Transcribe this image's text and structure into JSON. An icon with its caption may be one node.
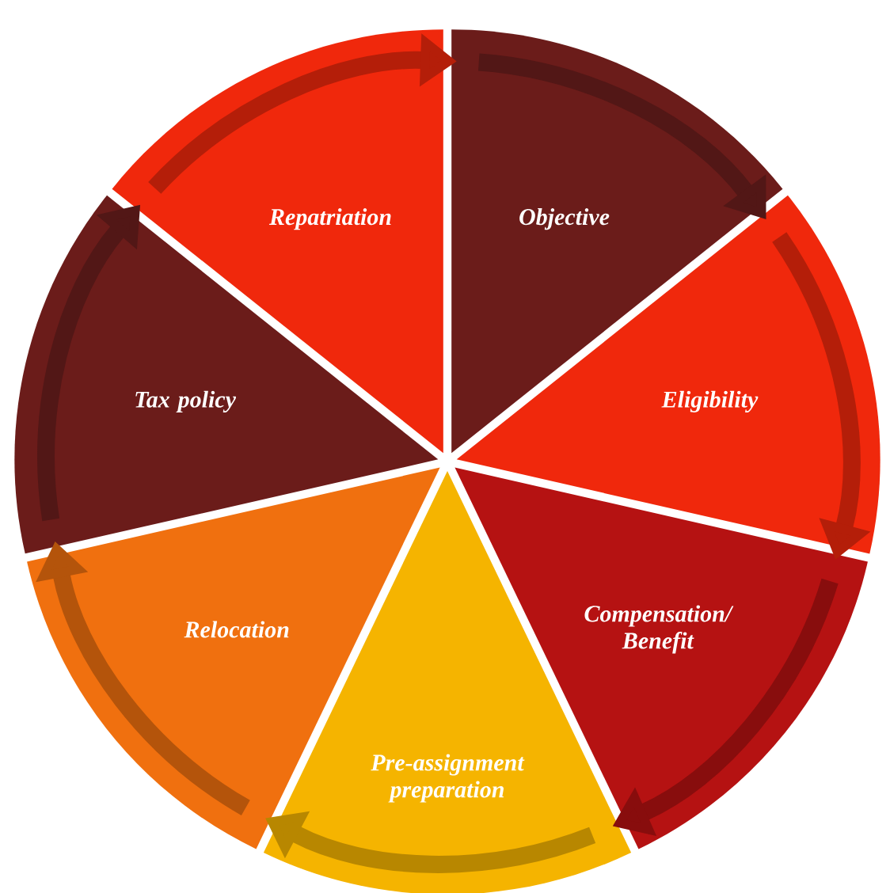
{
  "diagram": {
    "nodes": [
      {
        "text": [
          "Objective"
        ]
      },
      {
        "text": [
          "Eligibility"
        ]
      },
      {
        "text": [
          "Compensation/ Benefit"
        ]
      },
      {
        "text": [
          "Pre-assignment preparation"
        ]
      },
      {
        "text": [
          "Relocation"
        ]
      },
      {
        "text": [
          "Tax policy"
        ]
      },
      {
        "text": [
          "Repatriation"
        ]
      }
    ],
    "edges": [
      {
        "from": 0,
        "to": 1,
        "arrow": "to",
        "color": "#521716"
      },
      {
        "from": 1,
        "to": 2,
        "arrow": "to",
        "color": "#b41e09"
      },
      {
        "from": 2,
        "to": 3,
        "arrow": "to",
        "color": "#880d0d"
      },
      {
        "from": 3,
        "to": 4,
        "arrow": "to",
        "color": "#b88700"
      },
      {
        "from": 4,
        "to": 5,
        "arrow": "to",
        "color": "#b4540b"
      },
      {
        "from": 5,
        "to": 6,
        "arrow": "to",
        "color": "#521716"
      },
      {
        "from": 6,
        "to": 0,
        "arrow": "to",
        "color": "#b41e09"
      }
    ]
  }
}
